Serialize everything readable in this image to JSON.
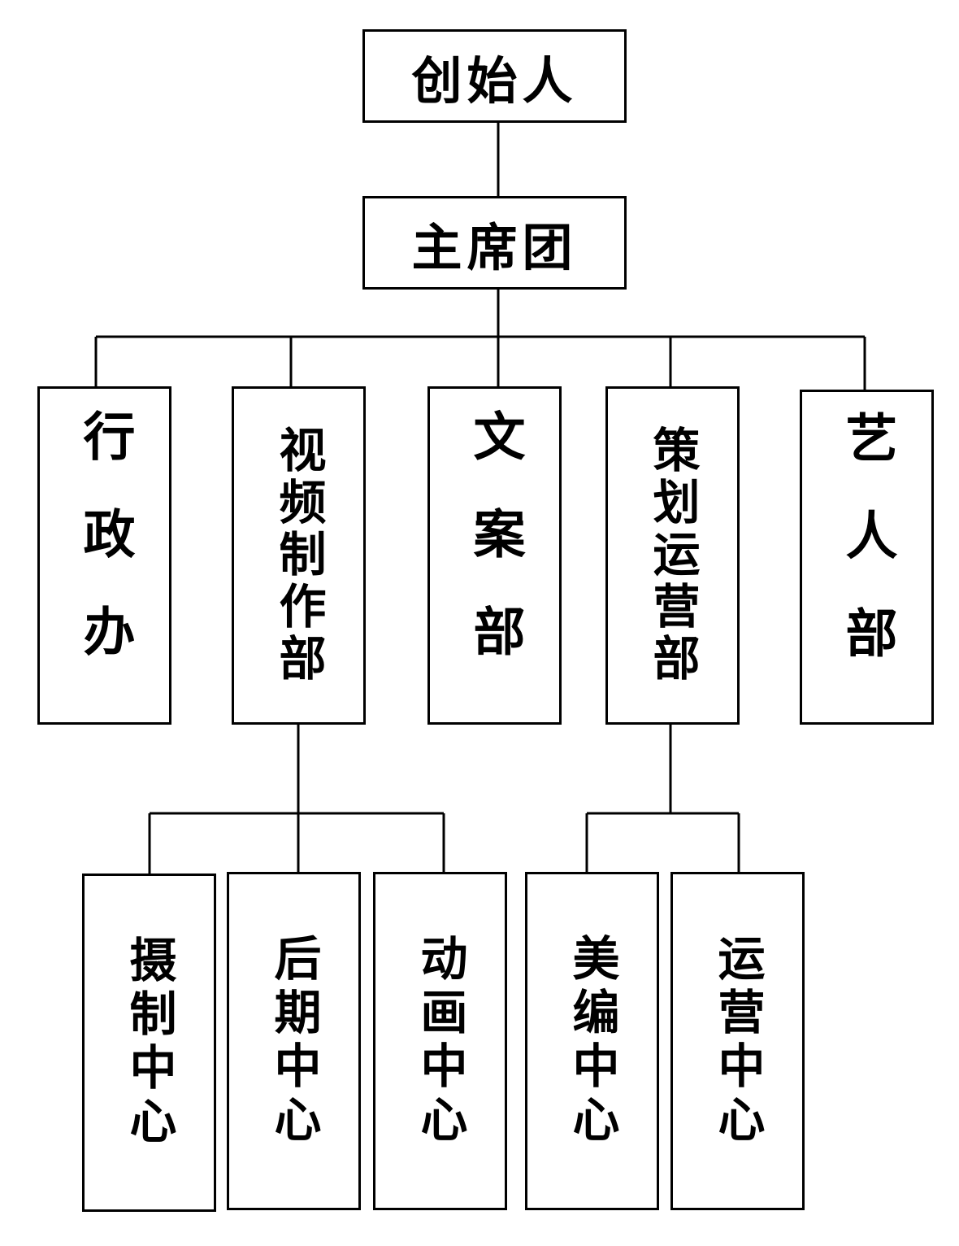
{
  "org_chart": {
    "founder": "创始人",
    "presidium": "主席团",
    "departments": {
      "admin": "行政办",
      "video": "视频制作部",
      "copywriting": "文案部",
      "planning": "策划运营部",
      "artist": "艺人部"
    },
    "video_centers": {
      "shooting": "摄制中心",
      "post": "后期中心",
      "animation": "动画中心"
    },
    "planning_centers": {
      "design": "美编中心",
      "operations": "运营中心"
    }
  }
}
